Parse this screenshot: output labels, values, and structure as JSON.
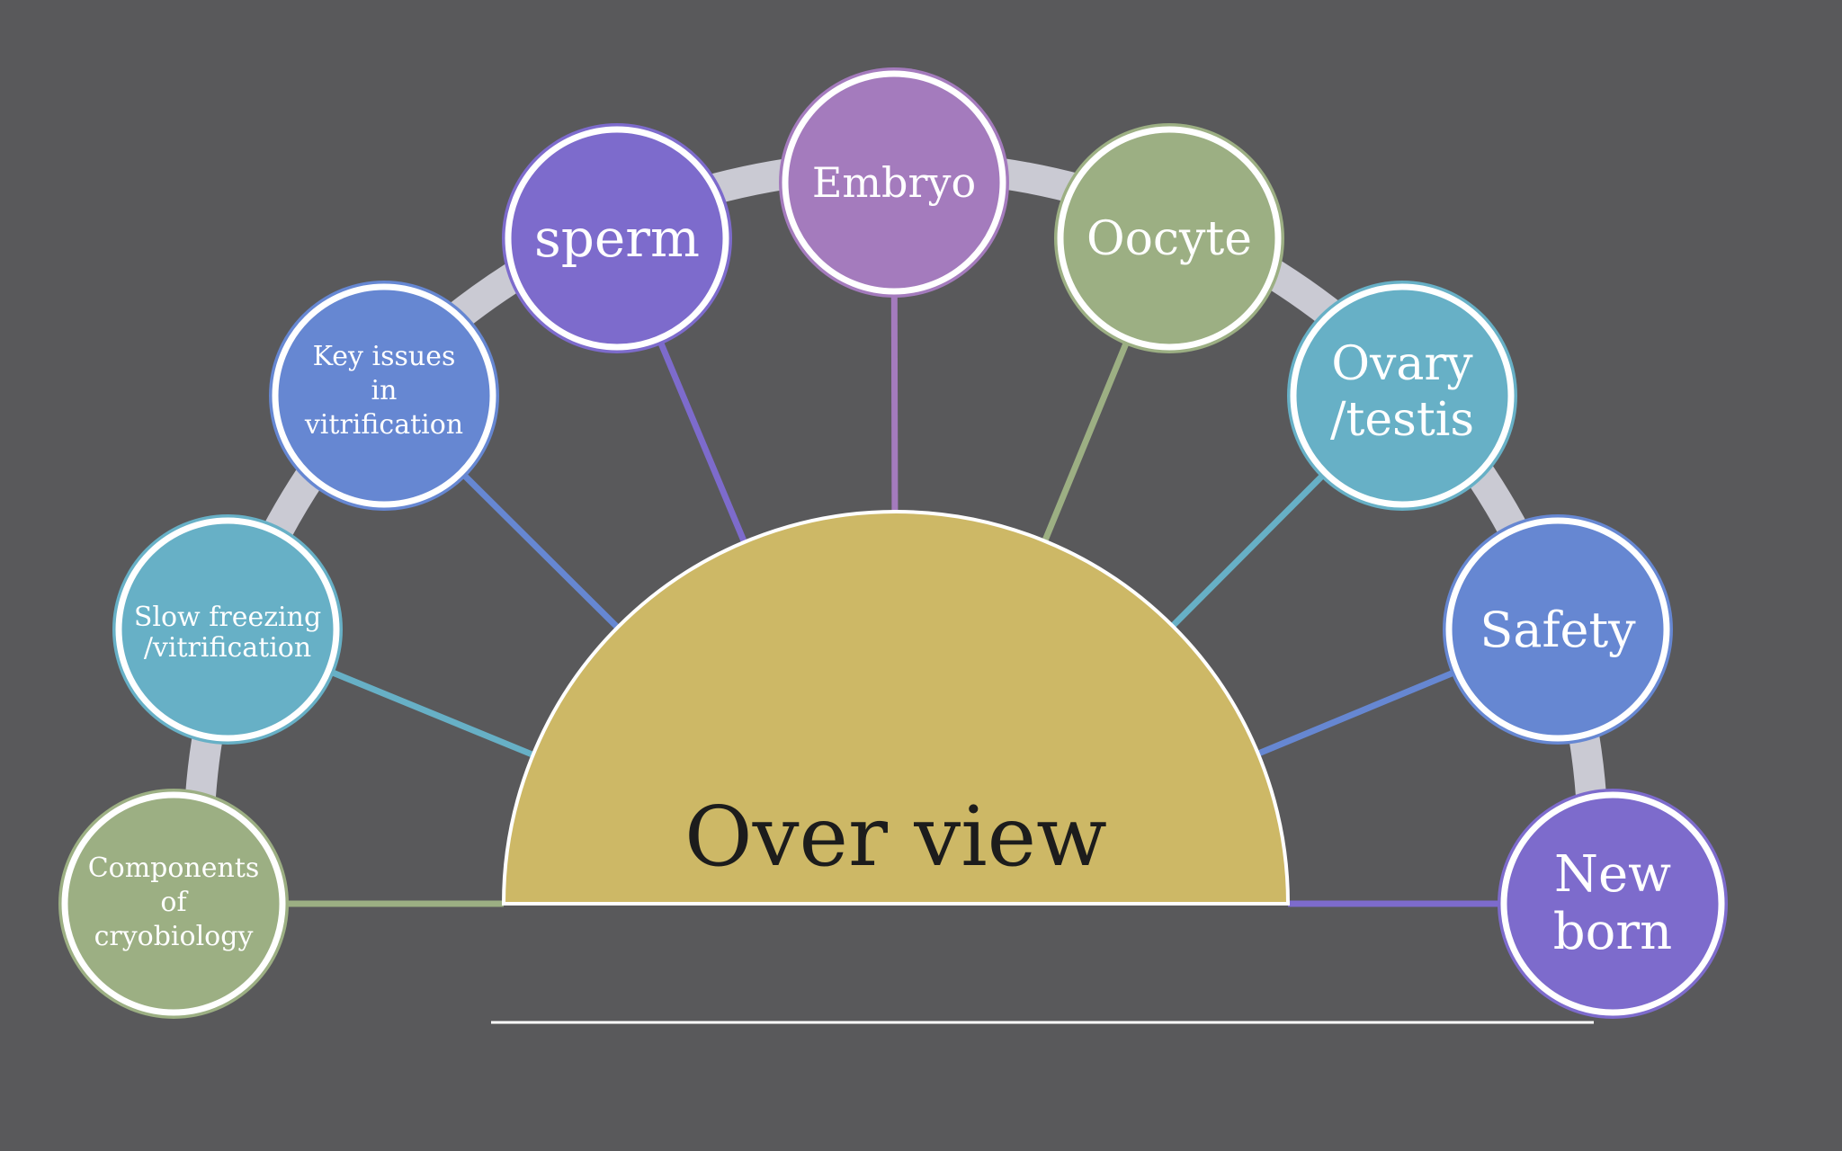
{
  "center": {
    "title": "Over view",
    "fill": "#cdb866"
  },
  "nodes": [
    {
      "label": "Components of cryobiology",
      "lines": [
        "Components",
        "of",
        "cryobiology"
      ],
      "fill": "#9caf83",
      "ring": "#9caf83",
      "link": "#9caf83"
    },
    {
      "label": "Slow freezing /vitrification",
      "lines": [
        "Slow freezing",
        "/vitrification"
      ],
      "fill": "#67b0c6",
      "ring": "#67b0c6",
      "link": "#67b0c6"
    },
    {
      "label": "Key issues in vitrification",
      "lines": [
        "Key issues",
        "in",
        "vitrification"
      ],
      "fill": "#6687d2",
      "ring": "#6687d2",
      "link": "#6687d2"
    },
    {
      "label": "sperm",
      "lines": [
        "sperm"
      ],
      "fill": "#7d6bcc",
      "ring": "#7d6bcc",
      "link": "#7d6bcc"
    },
    {
      "label": "Embryo",
      "lines": [
        "Embryo"
      ],
      "fill": "#a47bbd",
      "ring": "#a47bbd",
      "link": "#a47bbd"
    },
    {
      "label": "Oocyte",
      "lines": [
        "Oocyte"
      ],
      "fill": "#9caf83",
      "ring": "#9caf83",
      "link": "#9caf83"
    },
    {
      "label": "Ovary /testis",
      "lines": [
        "Ovary",
        "/testis"
      ],
      "fill": "#67b0c6",
      "ring": "#67b0c6",
      "link": "#67b0c6"
    },
    {
      "label": "Safety",
      "lines": [
        "Safety"
      ],
      "fill": "#6687d2",
      "ring": "#6687d2",
      "link": "#6687d2"
    },
    {
      "label": "New born",
      "lines": [
        "New",
        "born"
      ],
      "fill": "#7d6bcc",
      "ring": "#7d6bcc",
      "link": "#7d6bcc"
    }
  ],
  "colors": {
    "background": "#59595b",
    "arc_band": "#d6d6e0",
    "outline": "#ffffff"
  }
}
